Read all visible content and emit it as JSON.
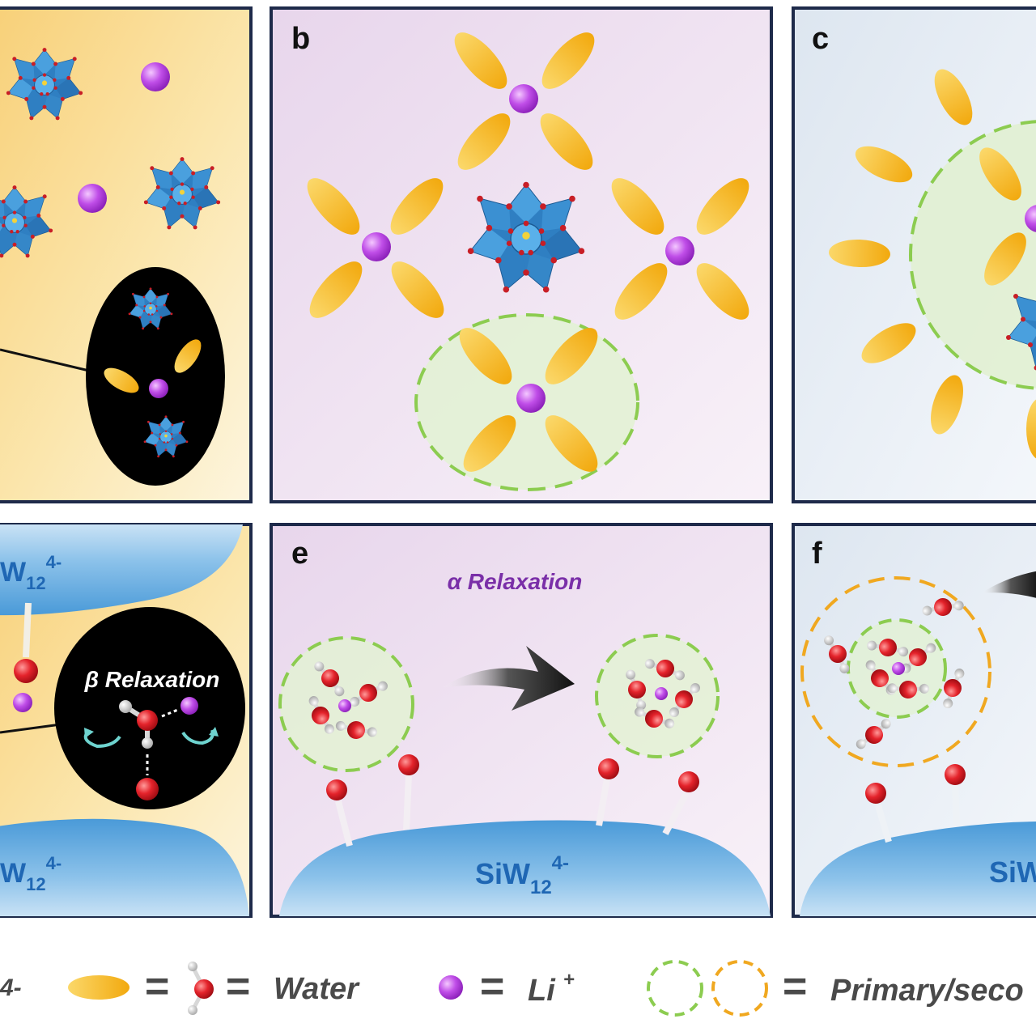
{
  "panels": {
    "b": {
      "letter": "b"
    },
    "c": {
      "letter": "c"
    },
    "e": {
      "letter": "e",
      "relaxation_label": "α Relaxation",
      "surface_label": "SiW",
      "surface_sub": "12",
      "surface_sup": "4-"
    },
    "f": {
      "letter": "f",
      "surface_label": "SiW"
    },
    "d": {
      "relaxation_label": "β Relaxation",
      "surface_top_label": "W",
      "surface_top_sub": "12",
      "surface_top_sup": "4-",
      "surface_bottom_label": "W",
      "surface_bottom_sub": "12",
      "surface_bottom_sup": "4-"
    }
  },
  "legend": {
    "left_fragment": "4-",
    "equals": "=",
    "water_label": "Water",
    "li_label": "Li",
    "li_sup": "+",
    "shell_label": "Primary/seco"
  },
  "colors": {
    "panel_border": "#1e2a4a",
    "water_ellipse": "#f6b820",
    "lithium": "#b040d8",
    "polyoxometalate": "#3a8fd0",
    "oxygen": "#e0242c",
    "primary_shell": "#8ccc50",
    "secondary_shell": "#f0a820",
    "alpha_text": "#7a2fa8",
    "surface": "#5aa6de"
  },
  "icons": [
    "polyoxometalate-cluster-icon",
    "lithium-ion-icon",
    "water-ellipse-icon",
    "water-molecule-icon",
    "rotation-arrow-icon",
    "curved-arrow-icon"
  ]
}
